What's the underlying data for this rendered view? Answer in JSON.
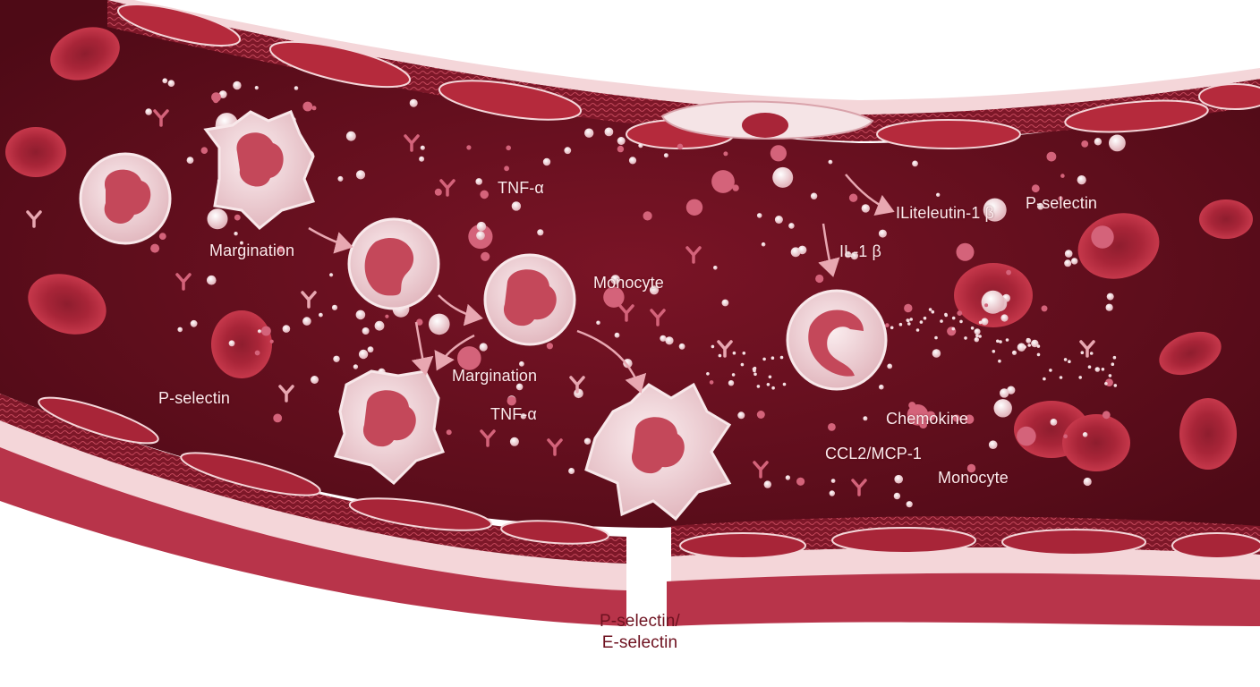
{
  "colors": {
    "lumen_dark": "#5c0c1a",
    "lumen_mid": "#7a1426",
    "vessel_wall": "#b8344a",
    "vessel_wall_dark": "#8e1d30",
    "endothelium_light": "#f4d6d9",
    "rbc": "#b52a3c",
    "leukocyte": "#f2d9dc",
    "nucleus": "#c4485a",
    "label_light": "#fbeaec",
    "label_dark": "#6e1220"
  },
  "labels": {
    "tnf_alpha_top": "TNF-α",
    "ilteleutin": "ILiteleutin-1 β",
    "p_selectin_top": "P-selectin",
    "margination_left": "Margination",
    "il1_beta": "IL-1 β",
    "monocyte_center": "Monocyte",
    "margination_center": "Margination",
    "p_selectin_left": "P-selectin",
    "tnf_alpha_bottom": "TNF-α",
    "chemokine": "Chemokine",
    "ccl2": "CCL2/MCP-1",
    "monocyte_right": "Monocyte",
    "p_e_selectin_line1": "P-selectin/",
    "p_e_selectin_line2": "E-selectin"
  }
}
